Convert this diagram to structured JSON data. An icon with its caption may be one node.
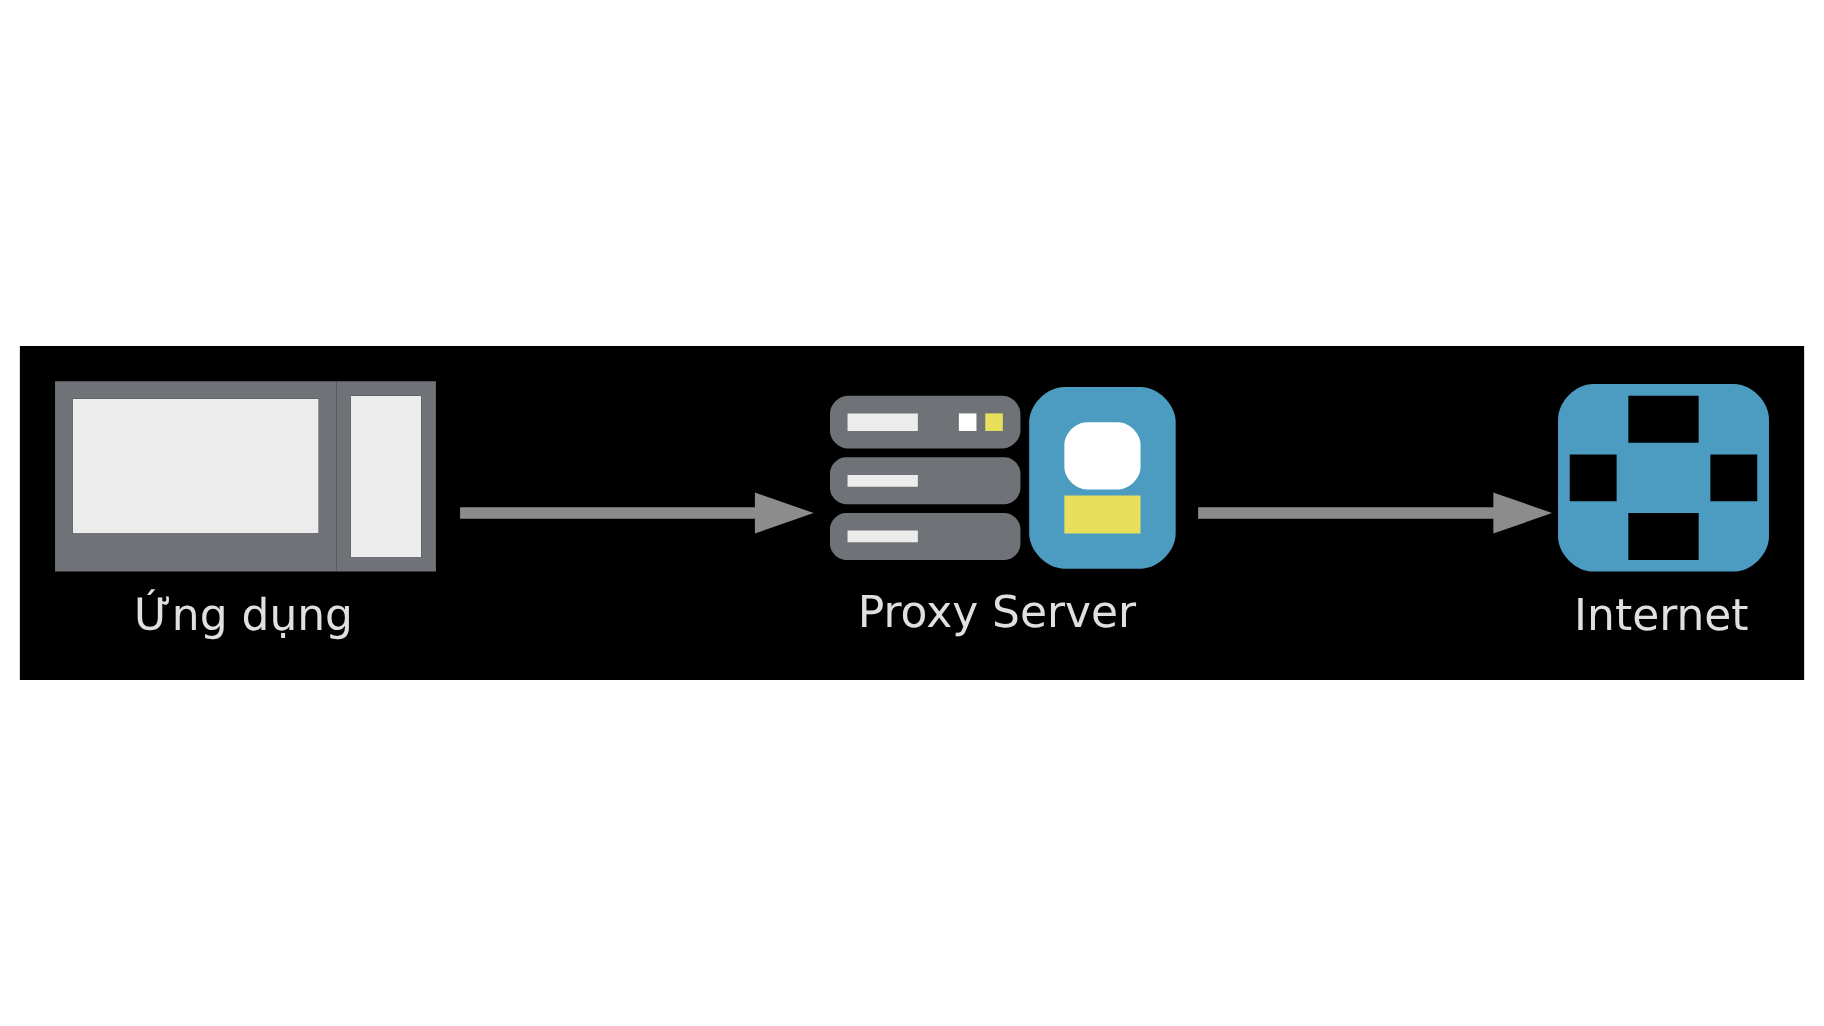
{
  "diagram": {
    "nodes": [
      {
        "text": [
          "Ứng dụng"
        ]
      },
      {
        "text": [
          "Proxy Server"
        ]
      },
      {
        "text": [
          "Internet"
        ]
      }
    ],
    "edges": [
      {
        "from": 0,
        "to": 1,
        "arrow": "to"
      },
      {
        "from": 1,
        "to": 2,
        "arrow": "to"
      }
    ]
  }
}
